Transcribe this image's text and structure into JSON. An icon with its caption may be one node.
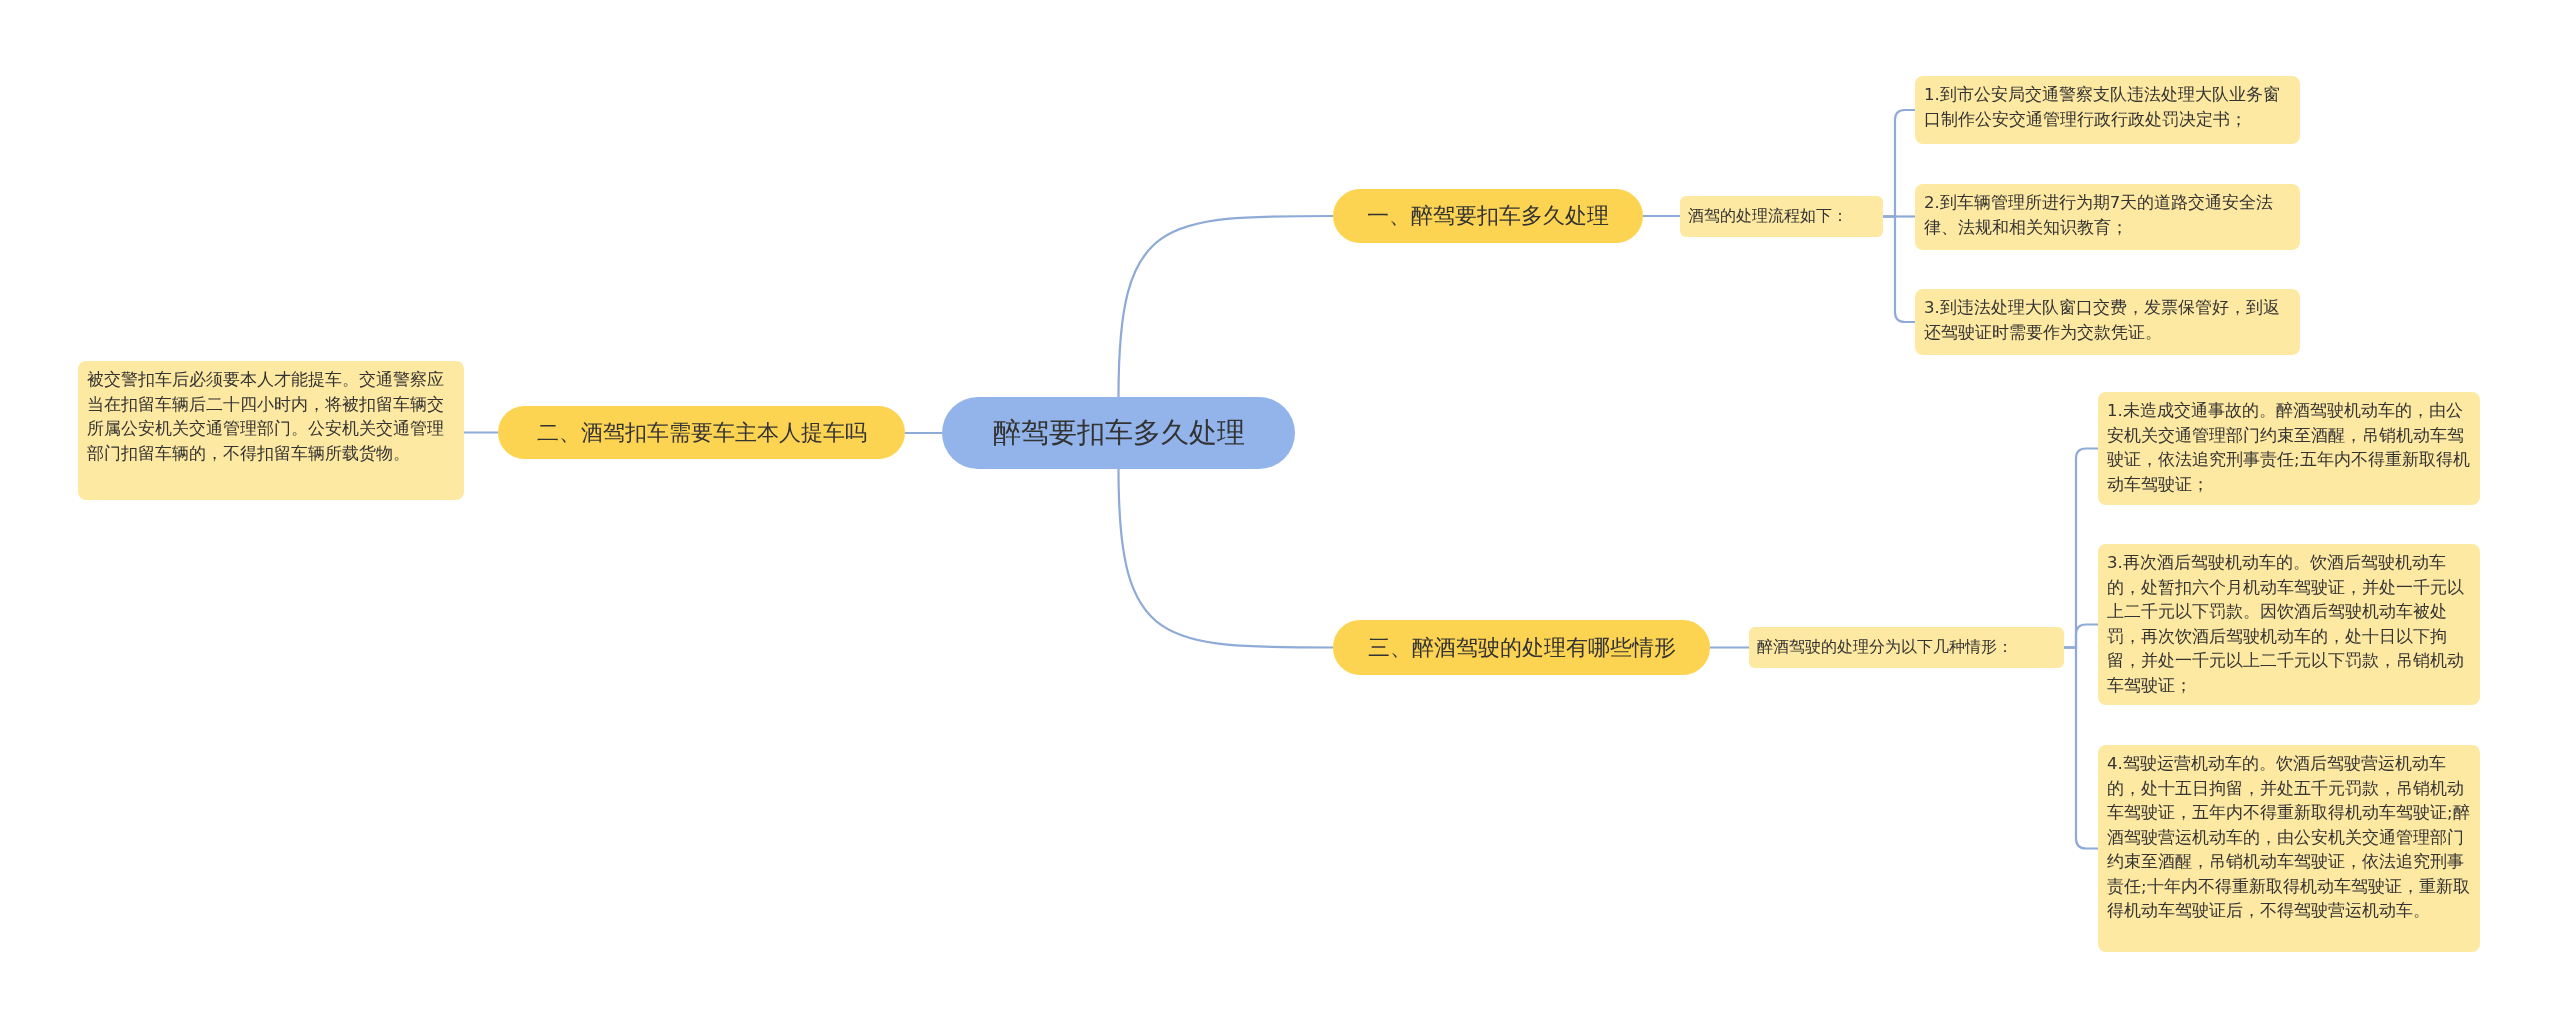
{
  "diagram": {
    "nodes": [
      {
        "text": [
          "醉驾要扣车多久处理"
        ]
      },
      {
        "text": [
          "一、醉驾要扣车多久处理"
        ]
      },
      {
        "text": [
          "酒驾的处理流程如下："
        ]
      },
      {
        "text": [
          "1.到市公安局交通警察支队违法处理大队业务窗口制作公安交通管理行政行政处罚决定书；"
        ]
      },
      {
        "text": [
          "2.到车辆管理所进行为期7天的道路交通安全法律、法规和相关知识教育；"
        ]
      },
      {
        "text": [
          "3.到违法处理大队窗口交费，发票保管好，到返还驾驶证时需要作为交款凭证。"
        ]
      },
      {
        "text": [
          "二、酒驾扣车需要车主本人提车吗"
        ]
      },
      {
        "text": [
          "被交警扣车后必须要本人才能提车。交通警察应当在扣留车辆后二十四小时内，将被扣留车辆交所属公安机关交通管理部门。公安机关交通管理部门扣留车辆的，不得扣留车辆所载货物。"
        ]
      },
      {
        "text": [
          "三、醉酒驾驶的处理有哪些情形"
        ]
      },
      {
        "text": [
          "醉酒驾驶的处理分为以下几种情形："
        ]
      },
      {
        "text": [
          "1.未造成交通事故的。醉酒驾驶机动车的，由公安机关交通管理部门约束至酒醒，吊销机动车驾驶证，依法追究刑事责任;五年内不得重新取得机动车驾驶证；"
        ]
      },
      {
        "text": [
          "3.再次酒后驾驶机动车的。饮酒后驾驶机动车的，处暂扣六个月机动车驾驶证，并处一千元以上二千元以下罚款。因饮酒后驾驶机动车被处罚，再次饮酒后驾驶机动车的，处十日以下拘留，并处一千元以上二千元以下罚款，吊销机动车驾驶证；"
        ]
      },
      {
        "text": [
          "4.驾驶运营机动车的。饮酒后驾驶营运机动车的，处十五日拘留，并处五千元罚款，吊销机动车驾驶证，五年内不得重新取得机动车驾驶证;醉酒驾驶营运机动车的，由公安机关交通管理部门约束至酒醒，吊销机动车驾驶证，依法追究刑事责任;十年内不得重新取得机动车驾驶证，重新取得机动车驾驶证后，不得驾驶营运机动车。"
        ]
      }
    ],
    "edges": [
      {
        "from": 0,
        "to": 1,
        "arrow": "none"
      },
      {
        "from": 1,
        "to": 2,
        "arrow": "none"
      },
      {
        "from": 2,
        "to": 3,
        "arrow": "none"
      },
      {
        "from": 2,
        "to": 4,
        "arrow": "none"
      },
      {
        "from": 2,
        "to": 5,
        "arrow": "none"
      },
      {
        "from": 0,
        "to": 6,
        "arrow": "none"
      },
      {
        "from": 6,
        "to": 7,
        "arrow": "none"
      },
      {
        "from": 0,
        "to": 8,
        "arrow": "none"
      },
      {
        "from": 8,
        "to": 9,
        "arrow": "none"
      },
      {
        "from": 9,
        "to": 10,
        "arrow": "none"
      },
      {
        "from": 9,
        "to": 11,
        "arrow": "none"
      },
      {
        "from": 9,
        "to": 12,
        "arrow": "none"
      }
    ]
  }
}
